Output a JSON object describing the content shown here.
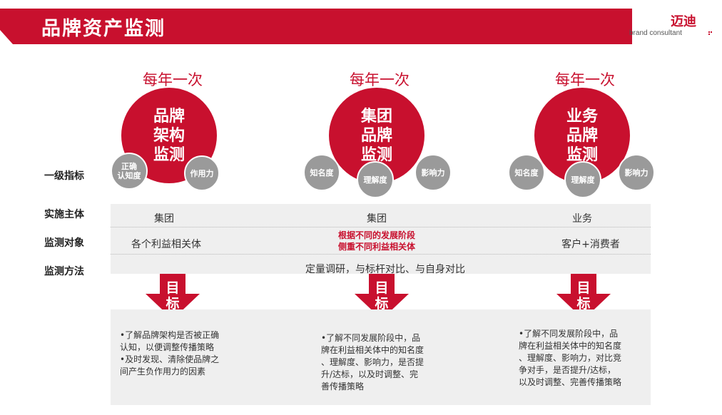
{
  "header": {
    "title": "品牌资产监测",
    "logo_cn": "迈迪",
    "logo_en": "brand consultant"
  },
  "colors": {
    "brand_red": "#c8102e",
    "gray_circle": "#9a9a9a",
    "band_gray": "#efefef"
  },
  "row_labels": {
    "level1": "一级指标",
    "subject": "实施主体",
    "target": "监测对象",
    "method": "监测方法"
  },
  "columns": [
    {
      "frequency": "每年一次",
      "circle": "品牌\n架构\n监测",
      "indicators": [
        "正确\n认知度",
        "作用力"
      ],
      "subject": "集团",
      "target": "各个利益相关体",
      "arrow": "目\n标",
      "goal": "•了解品牌架构是否被正确\n认知，以便调整传播策略\n•及时发现、清除使品牌之\n间产生负作用力的因素"
    },
    {
      "frequency": "每年一次",
      "circle": "集团\n品牌\n监测",
      "indicators": [
        "知名度",
        "理解度",
        "影响力"
      ],
      "subject": "集团",
      "target": "根据不同的发展阶段\n侧重不同利益相关体",
      "arrow": "目\n标",
      "goal": "•了解不同发展阶段中，品\n牌在利益相关体中的知名度\n、理解度、影响力，是否提\n升/达标，以及时调整、完\n善传播策略"
    },
    {
      "frequency": "每年一次",
      "circle": "业务\n品牌\n监测",
      "indicators": [
        "知名度",
        "理解度",
        "影响力"
      ],
      "subject": "业务",
      "target": "客户+消费者",
      "arrow": "目\n标",
      "goal": "•了解不同发展阶段中，品\n牌在利益相关体中的知名度\n、理解度、影响力，对比竞\n争对手，是否提升/达标，\n以及时调整、完善传播策略"
    }
  ],
  "method_text": "定量调研，与标杆对比、与自身对比"
}
